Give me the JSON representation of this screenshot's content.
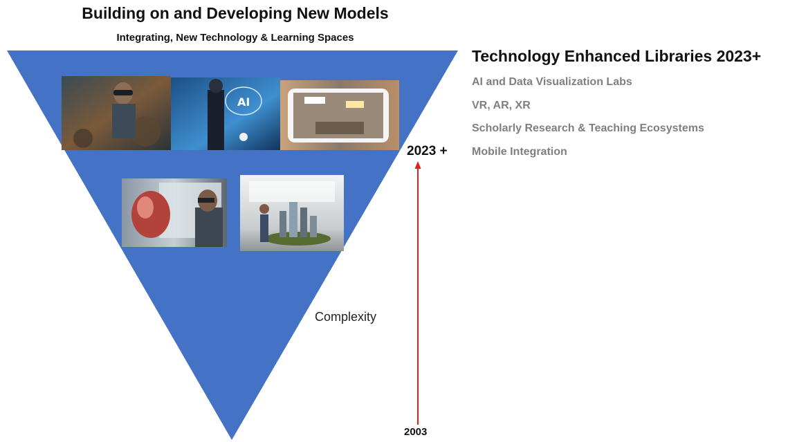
{
  "header": {
    "title": "Building on and Developing New Models",
    "subtitle": "Integrating, New Technology & Learning Spaces"
  },
  "funnel": {
    "color": "#4472c4",
    "axis_label": "Complexity",
    "images": [
      {
        "name": "ar-headset-workshop-image",
        "depicts": "workers with AR headset in workshop"
      },
      {
        "name": "ai-hologram-image",
        "depicts": "businessman with AI brain hologram",
        "overlay_text": "AI"
      },
      {
        "name": "mobile-ar-street-image",
        "depicts": "smartphone AR overlay of a street"
      },
      {
        "name": "vr-heart-model-image",
        "depicts": "man in headset viewing holographic heart"
      },
      {
        "name": "3d-city-model-image",
        "depicts": "person with holographic city model in lab"
      }
    ]
  },
  "timeline": {
    "top_label": "2023 +",
    "bottom_label": "2003",
    "arrow_color": "#e0201a"
  },
  "right_panel": {
    "title": "Technology Enhanced Libraries 2023+",
    "items": [
      "AI and Data Visualization Labs",
      "VR, AR, XR",
      "Scholarly Research & Teaching Ecosystems",
      "Mobile Integration"
    ]
  }
}
